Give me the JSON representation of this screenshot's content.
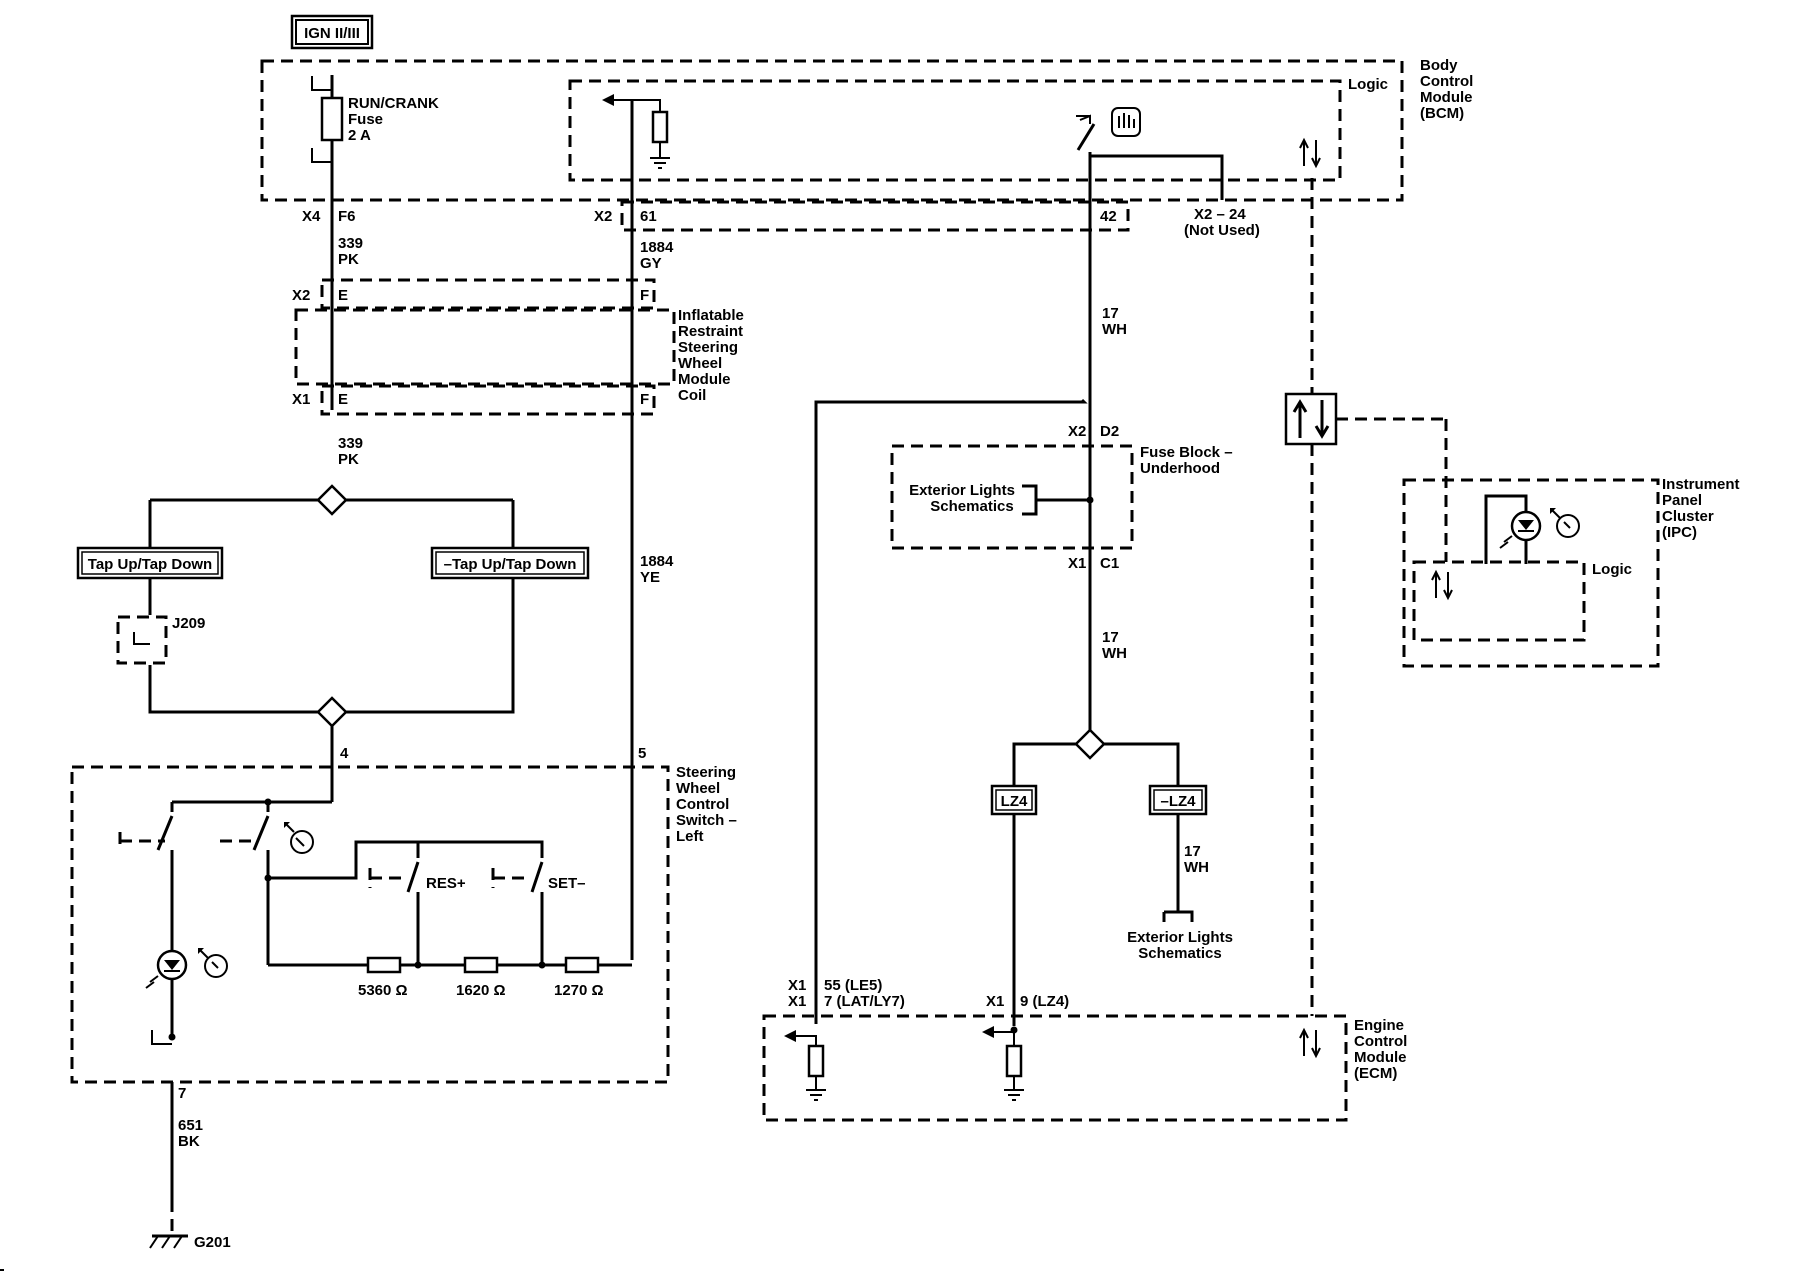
{
  "ign_label": "IGN II/III",
  "bcm": {
    "label": [
      "Body",
      "Control",
      "Module",
      "(BCM)"
    ],
    "logic": "Logic"
  },
  "fuse": {
    "label": [
      "RUN/CRANK",
      "Fuse",
      "2 A"
    ]
  },
  "bcm_conn": {
    "x4": "X4",
    "f6": "F6",
    "x2": "X2",
    "p61": "61",
    "p42": "42",
    "x2_24": "X2 – 24",
    "not_used": "(Not Used)"
  },
  "wire_339_top": {
    "num": "339",
    "color": "PK"
  },
  "wire_339_bot": {
    "num": "339",
    "color": "PK"
  },
  "wire_1884_top": {
    "num": "1884",
    "color": "GY"
  },
  "wire_1884_bot": {
    "num": "1884",
    "color": "YE"
  },
  "coil": {
    "label": [
      "Inflatable",
      "Restraint",
      "Steering",
      "Wheel",
      "Module",
      "Coil"
    ],
    "x2": "X2",
    "x1": "X1",
    "e": "E",
    "f": "F"
  },
  "tap_left": "Tap Up/Tap Down",
  "tap_right": "–Tap Up/Tap Down",
  "j209": "J209",
  "swc": {
    "label": [
      "Steering",
      "Wheel",
      "Control",
      "Switch –",
      "Left"
    ],
    "pin4": "4",
    "pin5": "5",
    "pin7": "7",
    "res": "RES+",
    "set": "SET–"
  },
  "resistors": [
    "5360 Ω",
    "1620 Ω",
    "1270 Ω"
  ],
  "wire_651": {
    "num": "651",
    "color": "BK"
  },
  "ground": "G201",
  "wire_17_a": {
    "num": "17",
    "color": "WH"
  },
  "wire_17_b": {
    "num": "17",
    "color": "WH"
  },
  "wire_17_c": {
    "num": "17",
    "color": "WH"
  },
  "fuse_block": {
    "label": [
      "Fuse Block –",
      "Underhood"
    ],
    "x2": "X2",
    "d2": "D2",
    "x1": "X1",
    "c1": "C1",
    "ext": [
      "Exterior Lights",
      "Schematics"
    ]
  },
  "lz4": "LZ4",
  "not_lz4": "–LZ4",
  "ext_lights_bottom": [
    "Exterior Lights",
    "Schematics"
  ],
  "ecm": {
    "label": [
      "Engine",
      "Control",
      "Module",
      "(ECM)"
    ],
    "x1a": "X1",
    "x1b": "X1",
    "x1c": "X1",
    "pin55": "55 (LE5)",
    "pin7": "7 (LAT/LY7)",
    "pin9": "9 (LZ4)"
  },
  "ipc": {
    "label": [
      "Instrument",
      "Panel",
      "Cluster",
      "(IPC)"
    ],
    "logic": "Logic"
  }
}
